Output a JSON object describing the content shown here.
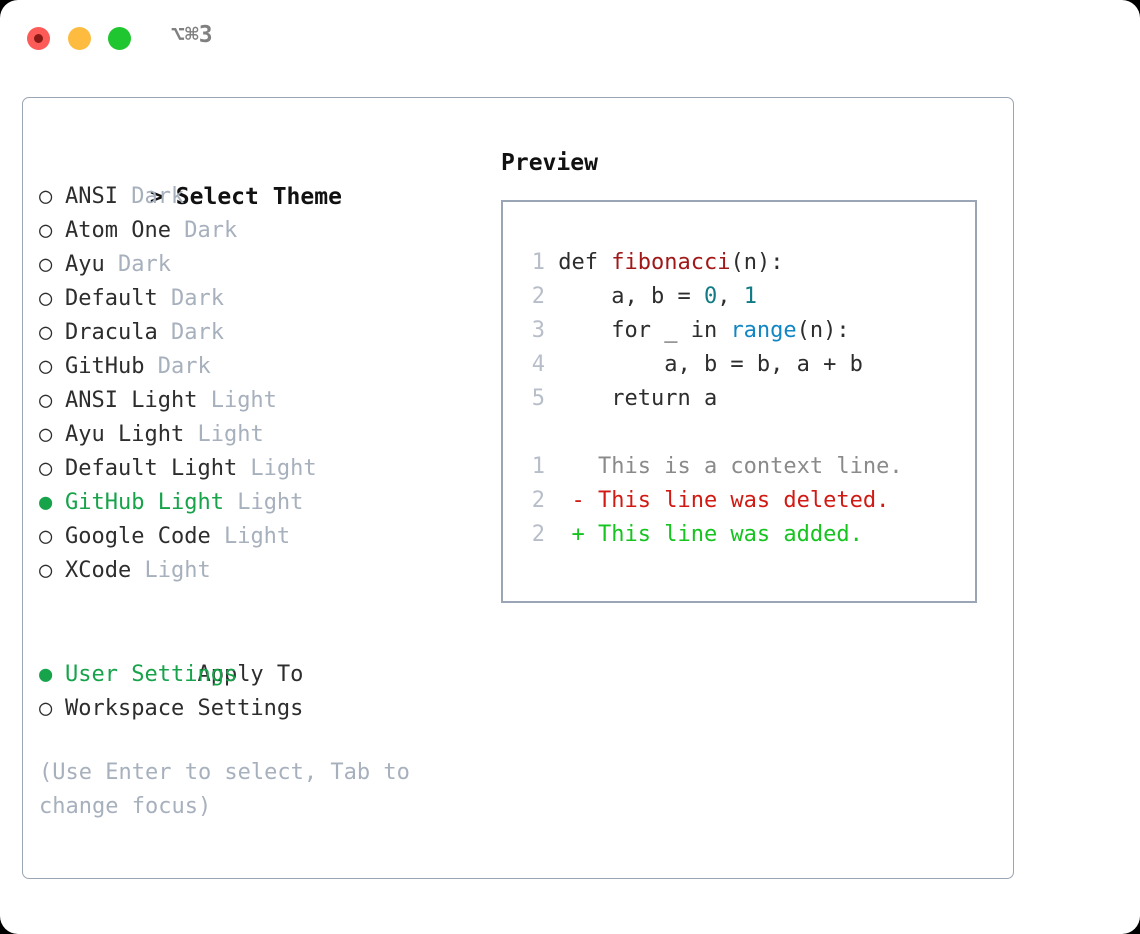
{
  "window": {
    "title": "⌥⌘3",
    "traffic_lights": [
      {
        "name": "close",
        "color": "#fc5b57"
      },
      {
        "name": "minimize",
        "color": "#fdbc40"
      },
      {
        "name": "maximize",
        "color": "#1fc630"
      }
    ]
  },
  "theme_picker": {
    "header": "Select Theme",
    "header_prefix": "> ",
    "marker_selected": "●",
    "marker_unselected": "○",
    "accent_color": "#16a34a",
    "items": [
      {
        "name": "ANSI",
        "kind": "Dark",
        "selected": false
      },
      {
        "name": "Atom One",
        "kind": "Dark",
        "selected": false
      },
      {
        "name": "Ayu",
        "kind": "Dark",
        "selected": false
      },
      {
        "name": "Default",
        "kind": "Dark",
        "selected": false
      },
      {
        "name": "Dracula",
        "kind": "Dark",
        "selected": false
      },
      {
        "name": "GitHub",
        "kind": "Dark",
        "selected": false
      },
      {
        "name": "ANSI Light",
        "kind": "Light",
        "selected": false
      },
      {
        "name": "Ayu Light",
        "kind": "Light",
        "selected": false
      },
      {
        "name": "Default Light",
        "kind": "Light",
        "selected": false
      },
      {
        "name": "GitHub Light",
        "kind": "Light",
        "selected": true
      },
      {
        "name": "Google Code",
        "kind": "Light",
        "selected": false
      },
      {
        "name": "XCode",
        "kind": "Light",
        "selected": false
      }
    ]
  },
  "apply_to": {
    "header": "Apply To",
    "options": [
      {
        "label": "User Settings",
        "selected": true
      },
      {
        "label": "Workspace Settings",
        "selected": false
      }
    ]
  },
  "hint": "(Use Enter to select, Tab to change focus)",
  "preview": {
    "title": "Preview",
    "code": [
      {
        "lineno": "1",
        "tokens": [
          {
            "text": "def ",
            "style": "kw"
          },
          {
            "text": "fibonacci",
            "style": "fn"
          },
          {
            "text": "(n):",
            "style": "kw"
          }
        ]
      },
      {
        "lineno": "2",
        "tokens": [
          {
            "text": "    a, b = ",
            "style": "kw"
          },
          {
            "text": "0",
            "style": "num"
          },
          {
            "text": ", ",
            "style": "kw"
          },
          {
            "text": "1",
            "style": "num"
          }
        ]
      },
      {
        "lineno": "3",
        "tokens": [
          {
            "text": "    for _ in ",
            "style": "kw"
          },
          {
            "text": "range",
            "style": "bi"
          },
          {
            "text": "(n):",
            "style": "kw"
          }
        ]
      },
      {
        "lineno": "4",
        "tokens": [
          {
            "text": "        a, b = b, a + b",
            "style": "kw"
          }
        ]
      },
      {
        "lineno": "5",
        "tokens": [
          {
            "text": "    return a",
            "style": "kw"
          }
        ]
      }
    ],
    "diff": [
      {
        "lineno": "1",
        "prefix": "  ",
        "text": "This is a context line.",
        "style": "ctx"
      },
      {
        "lineno": "2",
        "prefix": "- ",
        "text": "This line was deleted.",
        "style": "del"
      },
      {
        "lineno": "2",
        "prefix": "+ ",
        "text": "This line was added.",
        "style": "add"
      }
    ]
  }
}
